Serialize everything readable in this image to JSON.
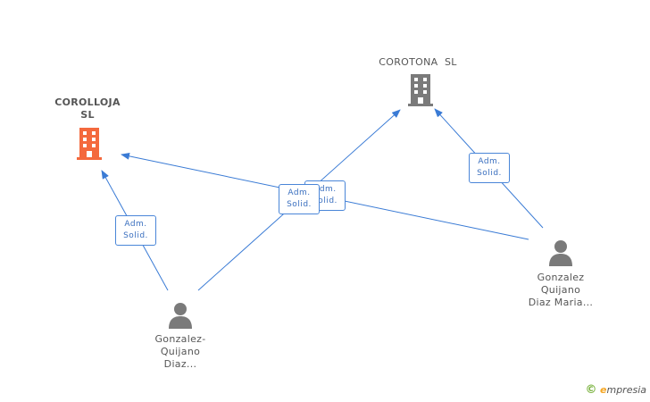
{
  "nodes": {
    "corolloja": {
      "label_line1": "COROLLOJA",
      "label_line2": "SL",
      "icon": "building-icon",
      "color": "#f4693d"
    },
    "corotona": {
      "label": "COROTONA  SL",
      "icon": "building-icon",
      "color": "#7a7a7a"
    },
    "person_left": {
      "label_line1": "Gonzalez-",
      "label_line2": "Quijano",
      "label_line3": "Diaz...",
      "icon": "person-icon",
      "color": "#7a7a7a"
    },
    "person_right": {
      "label_line1": "Gonzalez",
      "label_line2": "Quijano",
      "label_line3": "Diaz Maria...",
      "icon": "person-icon",
      "color": "#7a7a7a"
    }
  },
  "edges": [
    {
      "from": "person_left",
      "to": "corolloja",
      "role_line1": "Adm.",
      "role_line2": "Solid."
    },
    {
      "from": "person_left",
      "to": "corotona",
      "role_line1": "Adm.",
      "role_line2": "Solid."
    },
    {
      "from": "person_right",
      "to": "corolloja",
      "role_line1": "Adm.",
      "role_line2": "Solid."
    },
    {
      "from": "person_right",
      "to": "corotona",
      "role_line1": "Adm.",
      "role_line2": "Solid."
    }
  ],
  "colors": {
    "edge": "#3a7bd5",
    "badge_border": "#4a86d8"
  },
  "brand": {
    "copyright": "©",
    "initial": "e",
    "rest": "mpresia"
  }
}
